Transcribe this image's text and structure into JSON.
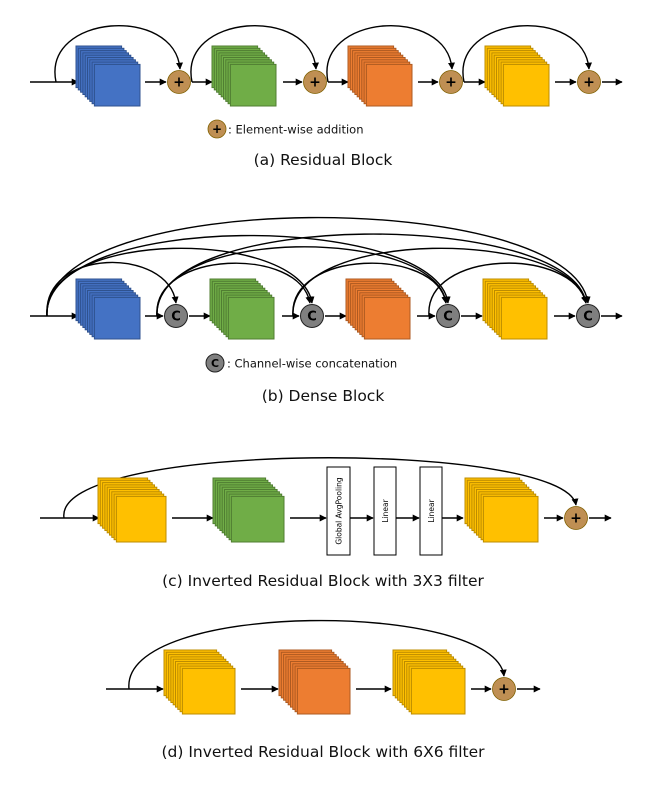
{
  "colors": {
    "blue": {
      "fill": "#4472c4",
      "edge": "#2f528f"
    },
    "green": {
      "fill": "#70ad47",
      "edge": "#507e32"
    },
    "orange": {
      "fill": "#ed7d31",
      "edge": "#ae5a21"
    },
    "yellow": {
      "fill": "#ffc000",
      "edge": "#bc8c00"
    },
    "addition_op": "#bf8f53",
    "concat_op": "#7f7f7f"
  },
  "symbols": {
    "add": "+",
    "concat": "C"
  },
  "legends": {
    "addition": ": Element-wise addition",
    "concatenation": ": Channel-wise concatenation"
  },
  "panels": {
    "a": {
      "caption": "(a) Residual Block",
      "blocks": [
        "blue",
        "green",
        "orange",
        "yellow"
      ]
    },
    "b": {
      "caption": "(b) Dense Block",
      "blocks": [
        "blue",
        "green",
        "orange",
        "yellow"
      ]
    },
    "c": {
      "caption": "(c)  Inverted Residual Block with 3X3 filter",
      "blocks": [
        "yellow",
        "green",
        "yellow"
      ],
      "layers": [
        "Global AvgPooling",
        "Linear",
        "Linear"
      ]
    },
    "d": {
      "caption": "(d) Inverted Residual Block with 6X6 filter",
      "blocks": [
        "yellow",
        "orange",
        "yellow"
      ]
    }
  }
}
